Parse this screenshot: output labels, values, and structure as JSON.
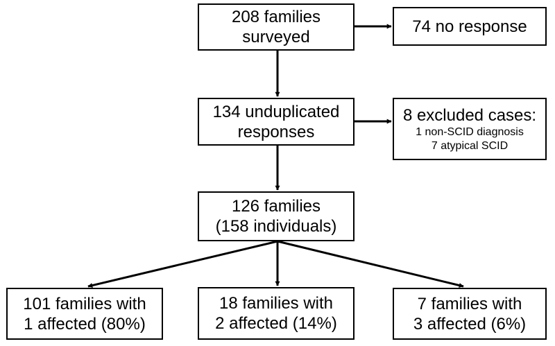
{
  "boxes": {
    "surveyed": {
      "line1": "208 families",
      "line2": "surveyed"
    },
    "no_response": {
      "line1": "74 no response"
    },
    "unduplicated": {
      "line1": "134 unduplicated",
      "line2": "responses"
    },
    "excluded": {
      "title": "8 excluded cases:",
      "line1": "1 non-SCID diagnosis",
      "line2": "7 atypical SCID"
    },
    "families": {
      "line1": "126 families",
      "line2": "(158 individuals)"
    },
    "one_affected": {
      "line1": "101 families with",
      "line2": "1 affected (80%)"
    },
    "two_affected": {
      "line1": "18 families with",
      "line2": "2 affected (14%)"
    },
    "three_affected": {
      "line1": "7 families with",
      "line2": "3 affected (6%)"
    }
  }
}
